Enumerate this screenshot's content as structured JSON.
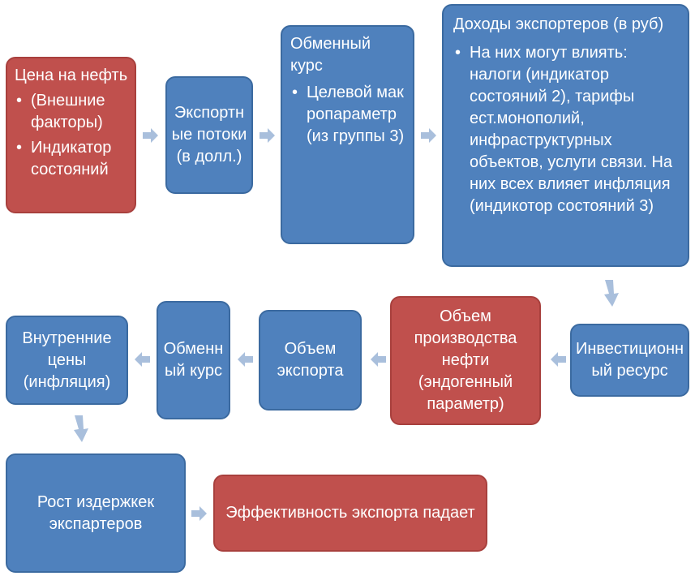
{
  "nodes": {
    "oil_price": {
      "title": "Цена на нефть",
      "bullets": [
        "(Внешние факторы)",
        "Индикатор состояний"
      ]
    },
    "export_flows": {
      "text": "Экспортные потоки (в долл.)"
    },
    "exchange_rate_top": {
      "title": "Обменный курс",
      "bullets": [
        "Целевой макропараметр (из группы 3)"
      ]
    },
    "exporter_income": {
      "title": "Доходы экспортеров (в руб)",
      "bullets": [
        "На них могут влиять: налоги (индикатор состояний 2), тарифы ест.монополий, инфраструктурных объектов, услуги связи. На них всех влияет инфляция (индикотор состояний 3)"
      ]
    },
    "investment_resource": {
      "text": "Инвестиционный ресурс"
    },
    "oil_production": {
      "text": "Объем производства нефти (эндогенный параметр)"
    },
    "export_volume": {
      "text": "Объем экспорта"
    },
    "exchange_rate_mid": {
      "text": "Обменный курс"
    },
    "domestic_prices": {
      "text": "Внутренние цены (инфляция)"
    },
    "cost_growth": {
      "text": "Рост издержкек экспартеров"
    },
    "efficiency_falls": {
      "text": "Эффективность экспорта падает"
    }
  },
  "colors": {
    "blue": "#4f81bd",
    "red": "#c0504d",
    "arrow": "#a9bfdc"
  },
  "bullet_symbol": "•"
}
